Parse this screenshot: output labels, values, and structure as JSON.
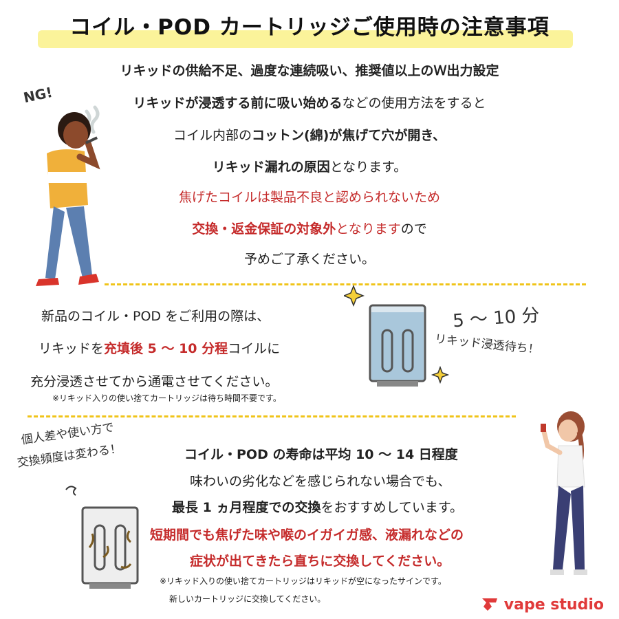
{
  "title": "コイル・POD カートリッジご使用時の注意事項",
  "ng_label": "NG!",
  "section1": {
    "line1": "リキッドの供給不足、過度な連続吸い、推奨値以上のＷ出力設定",
    "line2_bold": "リキッドが浸透する前に吸い始める",
    "line2_rest": "などの使用方法をすると",
    "line3_pre": "コイル内部の",
    "line3_bold": "コットン(綿)が焦げて穴が開き、",
    "line4_bold": "リキッド漏れの原因",
    "line4_rest": "となります。",
    "line5": "焦げたコイルは製品不良と認められないため",
    "line6_bold": "交換・返金保証の対象外",
    "line6_red": "となります",
    "line6_rest": "ので",
    "line7": "予めご了承ください。"
  },
  "section2": {
    "line1": "新品のコイル・POD をご利用の際は、",
    "line2_pre": "リキッドを",
    "line2_bold": "充填後 5 ～ 10 分程",
    "line2_rest": "コイルに",
    "line3": "充分浸透させてから通電させてください。",
    "note": "※リキッド入りの使い捨てカートリッジは待ち時間不要です。",
    "hand_title": "5 ～ 10 分",
    "hand_sub": "リキッド浸透待ち！"
  },
  "section3": {
    "hand1": "個人差や使い方で",
    "hand2": "交換頻度は変わる！",
    "line1": "コイル・POD の寿命は平均 10 ～ 14 日程度",
    "line2": "味わいの劣化などを感じられない場合でも、",
    "line3_bold": "最長 1 ヵ月程度での交換",
    "line3_rest": "をおすすめしています。",
    "line4": "短期間でも焦げた味や喉のイガイガ感、液漏れなどの",
    "line5": "症状が出てきたら直ちに交換してください。",
    "note1": "※リキッド入りの使い捨てカートリッジはリキッドが空になったサインです。",
    "note2": "新しいカートリッジに交換してください。"
  },
  "logo_text": "vape studio",
  "colors": {
    "highlight": "#fbf39a",
    "dash": "#f0c419",
    "red": "#c52b2b",
    "logo": "#e03a3a"
  }
}
